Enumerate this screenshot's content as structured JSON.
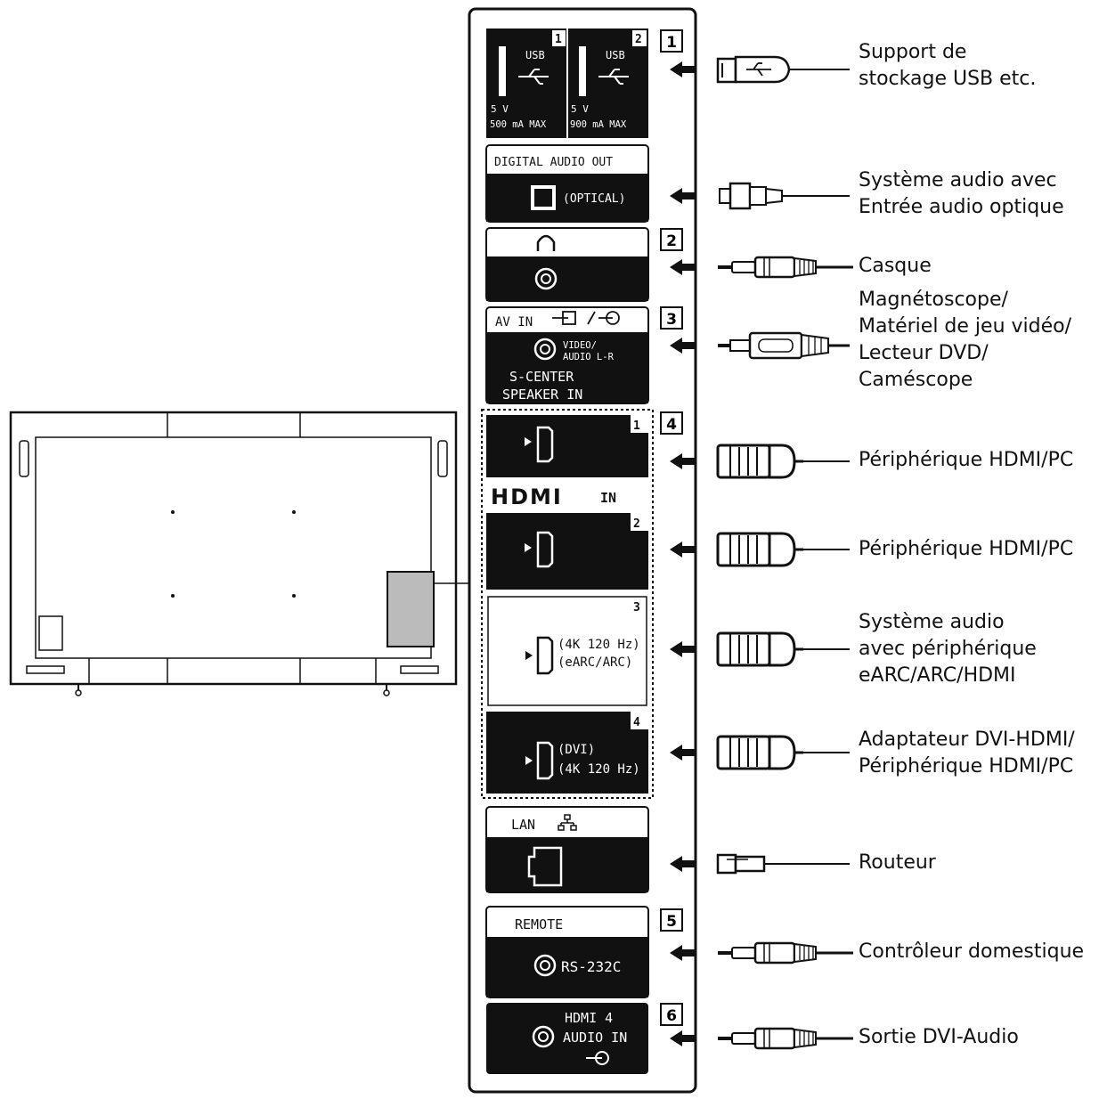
{
  "panel": {
    "usb": {
      "port1": {
        "number": "1",
        "name": "USB",
        "spec_voltage": "5 V",
        "spec_current": "500 mA MAX"
      },
      "port2": {
        "number": "2",
        "name": "USB",
        "spec_voltage": "5 V",
        "spec_current": "900 mA MAX"
      }
    },
    "digital_audio_out": {
      "title": "DIGITAL AUDIO OUT",
      "optical": "(OPTICAL)"
    },
    "av_in": {
      "title": "AV IN",
      "video_audio_line1": "VIDEO/",
      "video_audio_line2": "AUDIO L-R",
      "scenter_line1": "S-CENTER",
      "scenter_line2": "SPEAKER IN"
    },
    "hdmi": {
      "logo": "HDMI",
      "in_label": "IN",
      "port1": {
        "number": "1"
      },
      "port2": {
        "number": "2"
      },
      "port3": {
        "number": "3",
        "line1": "(4K 120 Hz)",
        "line2": "(eARC/ARC)"
      },
      "port4": {
        "number": "4",
        "line1": "(DVI)",
        "line2": "(4K 120 Hz)"
      }
    },
    "lan": {
      "title": "LAN"
    },
    "remote": {
      "title": "REMOTE",
      "rs232c": "RS-232C"
    },
    "hdmi4_audio": {
      "line1": "HDMI 4",
      "line2": "AUDIO IN"
    }
  },
  "callouts": {
    "c1": "1",
    "c2": "2",
    "c3": "3",
    "c4": "4",
    "c5": "5",
    "c6": "6"
  },
  "devices": {
    "usb": {
      "line1": "Support de",
      "line2": "stockage USB etc."
    },
    "optical": {
      "line1": "Système audio avec",
      "line2": "Entrée audio optique"
    },
    "headphone": {
      "line1": "Casque"
    },
    "av": {
      "line1": "Magnétoscope/",
      "line2": "Matériel de jeu vidéo/",
      "line3": "Lecteur DVD/",
      "line4": "Caméscope"
    },
    "hdmi1": {
      "line1": "Périphérique HDMI/PC"
    },
    "hdmi2": {
      "line1": "Périphérique HDMI/PC"
    },
    "hdmi3": {
      "line1": "Système audio",
      "line2": "avec périphérique",
      "line3": "eARC/ARC/HDMI"
    },
    "hdmi4": {
      "line1": "Adaptateur DVI-HDMI/",
      "line2": "Périphérique HDMI/PC"
    },
    "lan": {
      "line1": "Routeur"
    },
    "rs232c": {
      "line1": "Contrôleur domestique"
    },
    "dvi_audio": {
      "line1": "Sortie DVI-Audio"
    }
  }
}
